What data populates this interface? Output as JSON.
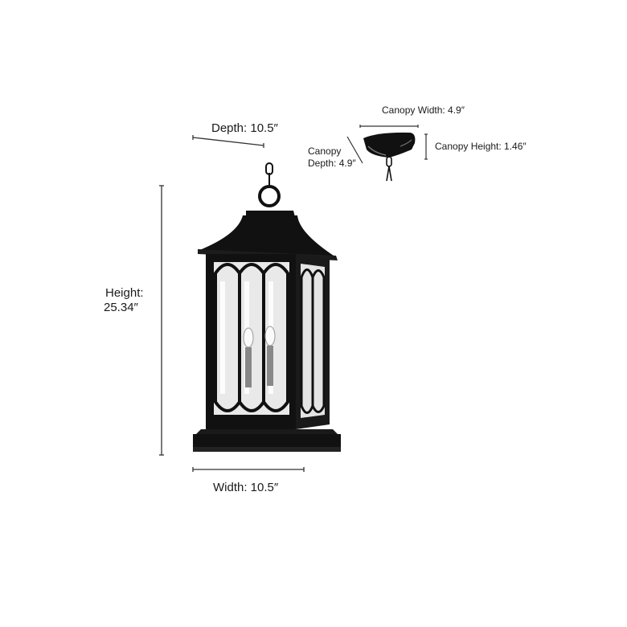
{
  "product": {
    "name": "Hanging outdoor lantern with gothic arch frame",
    "finish_color": "#111111"
  },
  "dimensions": {
    "depth": "Depth: 10.5″",
    "height_line1": "Height:",
    "height_line2": "25.34″",
    "width": "Width: 10.5″",
    "canopy_width": "Canopy Width: 4.9″",
    "canopy_height": "Canopy Height: 1.46″",
    "canopy_depth_line1": "Canopy",
    "canopy_depth_line2": "Depth: 4.9″"
  }
}
